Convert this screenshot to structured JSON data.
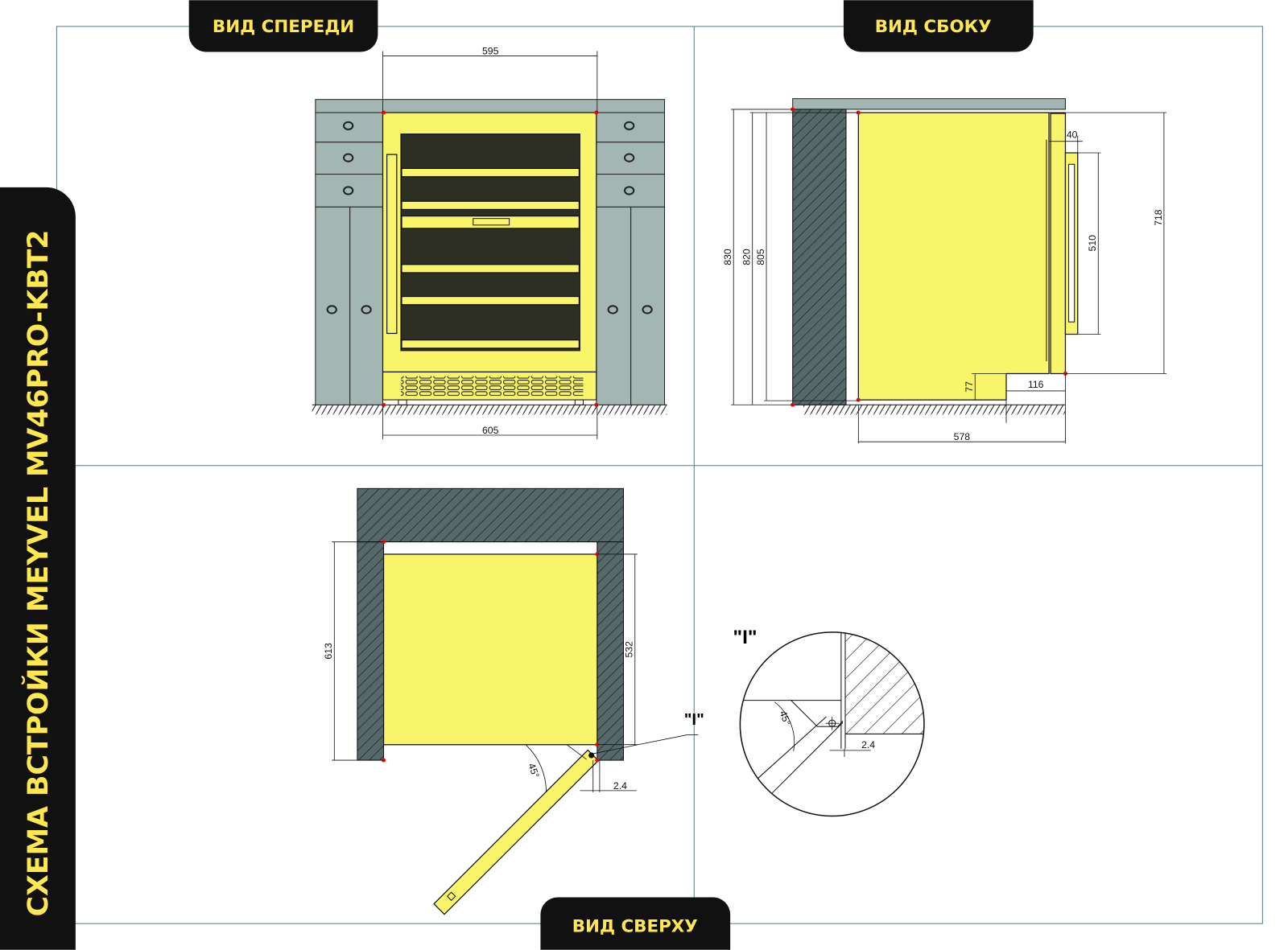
{
  "title": "СХЕМА ВСТРОЙКИ MEYVEL MV46PRO-KBT2",
  "views": {
    "front": "ВИД СПЕРЕДИ",
    "side": "ВИД СБОКУ",
    "top": "ВИД СВЕРХУ"
  },
  "front_dims": {
    "width_top": "595",
    "width_bottom": "605"
  },
  "side_dims": {
    "h830": "830",
    "h820": "820",
    "h805": "805",
    "h718": "718",
    "h510": "510",
    "d40": "40",
    "d116": "116",
    "h77": "77",
    "d578": "578"
  },
  "top_dims": {
    "d613": "613",
    "d532": "532",
    "angle": "45°",
    "gap": "2.4",
    "detail_label": "\"I\""
  },
  "detail": {
    "label": "\"I\"",
    "angle": "45°",
    "gap": "2.4"
  },
  "colors": {
    "appliance": "#f9f56a",
    "cabinet": "#a4b6b3",
    "glass": "#2c2f22",
    "wall": "#56696a",
    "tab": "#111111",
    "tab_text": "#ffe84d"
  }
}
